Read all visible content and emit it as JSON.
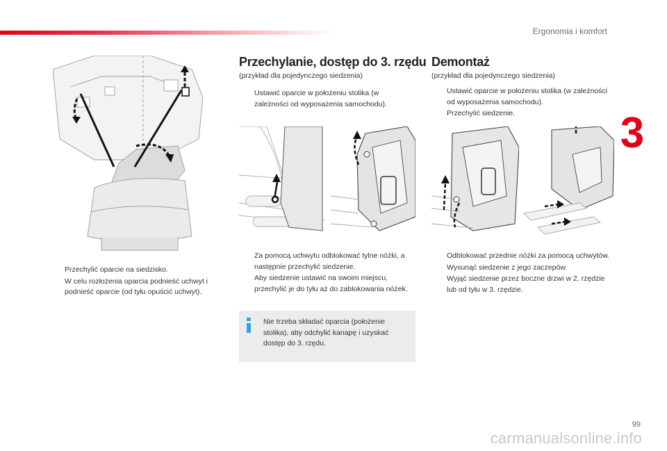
{
  "header": {
    "section_title": "Ergonomia i komfort"
  },
  "chapter_number": "3",
  "page_number": "99",
  "watermark": "carmanualsonline.info",
  "left": {
    "items": [
      "Przechylić oparcie na siedzisko.",
      "W celu rozłożenia oparcia podnieść uchwyt i podnieść oparcie (od tyłu opuścić uchwyt)."
    ]
  },
  "middle": {
    "title": "Przechylanie, dostęp do 3. rzędu",
    "subtitle": "(przykład dla pojedynczego siedzenia)",
    "items_top": [
      "Ustawić oparcie w położeniu stolika (w zależności od wyposażenia samochodu)."
    ],
    "items_bottom": [
      "Za pomocą uchwytu odblokować tylne nóżki, a następnie przechylić siedzenie.",
      "Aby siedzenie ustawić na swoim miejscu, przechylić je do tyłu aż do zablokowania nóżek."
    ],
    "info_text": "Nie trzeba składać oparcia (położenie stolika), aby odchylić kanapę i uzyskać dostęp do 3. rzędu."
  },
  "right": {
    "title": "Demontaż",
    "subtitle": "(przykład dla pojedynczego siedzenia)",
    "items_top": [
      "Ustawić oparcie w położeniu stolika (w zależności od wyposażenia samochodu).",
      "Przechylić siedzenie."
    ],
    "items_bottom": [
      "Odblokować przednie nóżki za pomocą uchwytów.",
      "Wysunąć siedzenie z jego zaczepów.",
      "Wyjąć siedzenie przez boczne drzwi w 2. rzędzie lub od tyłu w 3. rzędzie."
    ]
  },
  "bullet_glyph": "",
  "colors": {
    "accent": "#e0001b",
    "info_icon": "#2aa6de",
    "info_bg": "#ececec"
  }
}
